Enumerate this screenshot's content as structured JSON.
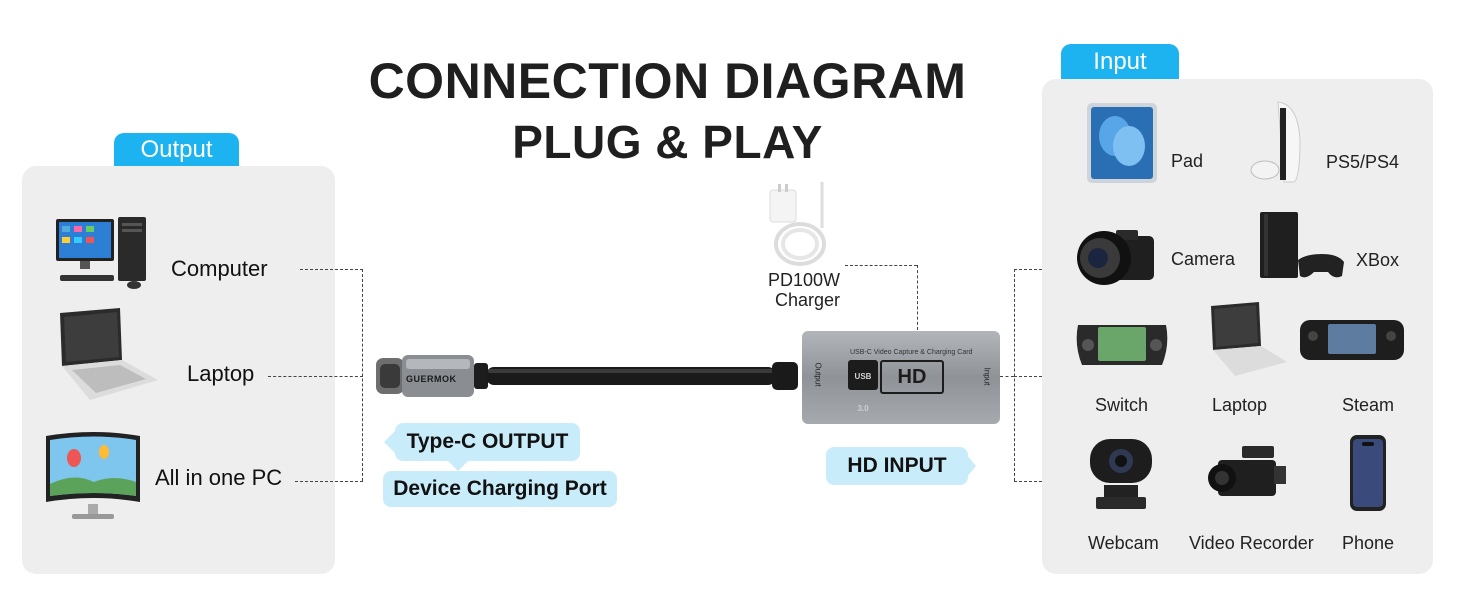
{
  "title": {
    "line1": "CONNECTION DIAGRAM",
    "line2": "PLUG & PLAY"
  },
  "output": {
    "tag": "Output",
    "items": [
      {
        "label": "Computer",
        "icon": "computer-icon"
      },
      {
        "label": "Laptop",
        "icon": "laptop-icon"
      },
      {
        "label": "All in one PC",
        "icon": "all-in-one-pc-icon"
      }
    ]
  },
  "input": {
    "tag": "Input",
    "items": [
      {
        "label": "Pad",
        "icon": "tablet-icon"
      },
      {
        "label": "PS5/PS4",
        "icon": "ps5-icon"
      },
      {
        "label": "Camera",
        "icon": "camera-icon"
      },
      {
        "label": "XBox",
        "icon": "console-icon"
      },
      {
        "label": "Switch",
        "icon": "handheld-console-icon"
      },
      {
        "label": "Laptop",
        "icon": "laptop-icon"
      },
      {
        "label": "Steam",
        "icon": "steam-deck-icon"
      },
      {
        "label": "Webcam",
        "icon": "webcam-icon"
      },
      {
        "label": "Video Recorder",
        "icon": "video-recorder-icon"
      },
      {
        "label": "Phone",
        "icon": "phone-icon"
      }
    ]
  },
  "charger": {
    "line1": "PD100W",
    "line2": "Charger"
  },
  "device": {
    "hd": "HD",
    "usb": "USB 3.0",
    "caption": "USB-C Video Capture & Charging Card",
    "output_side": "Output",
    "input_side": "Input",
    "brand": "GUERMOK"
  },
  "labels": {
    "typec_output": "Type-C OUTPUT",
    "charging_port": "Device Charging Port",
    "hd_input": "HD INPUT"
  },
  "colors": {
    "accent": "#1db3f0",
    "pill": "#c9ecfb",
    "panel": "#eeeeee"
  }
}
